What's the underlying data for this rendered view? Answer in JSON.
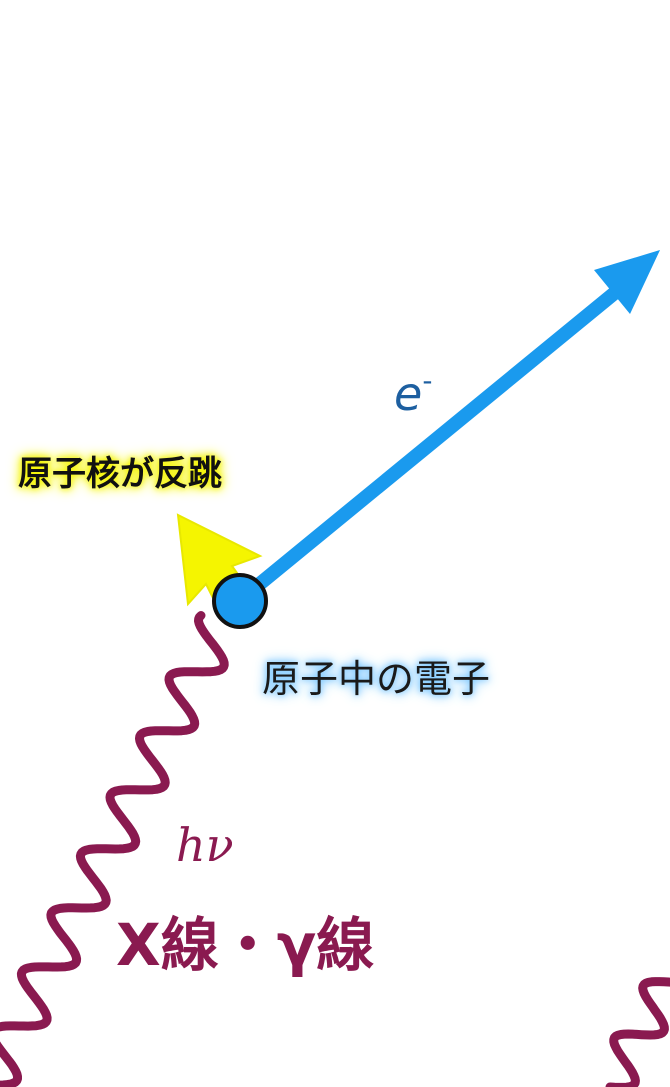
{
  "labels": {
    "recoil": "原子核が反跳",
    "electron": "原子中の電子",
    "eminus_base": "e",
    "eminus_sign": "-",
    "photon_energy": "hν",
    "radiation": "X線・γ線"
  },
  "colors": {
    "photon_wave": "#8a1a50",
    "electron_arrow": "#1a9aee",
    "recoil_arrow": "#f5f500",
    "electron_dot": "#1a9aee"
  }
}
